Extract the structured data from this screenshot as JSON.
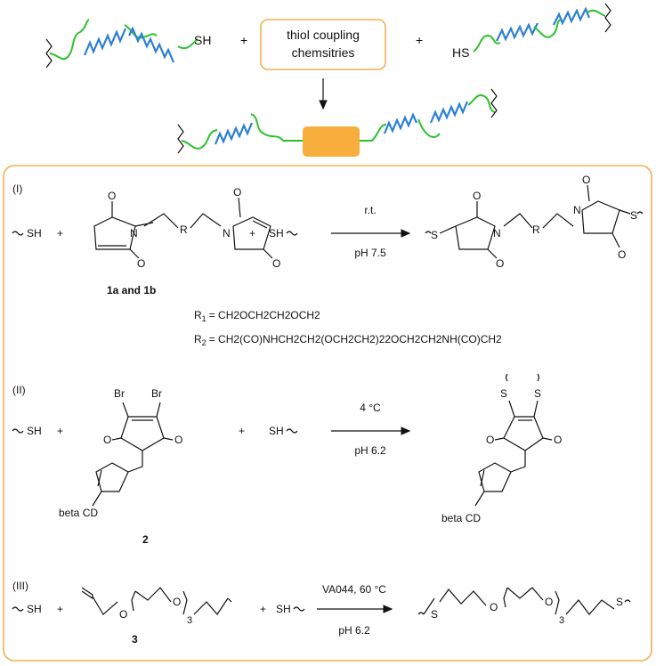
{
  "top": {
    "left_thiol_label": "SH",
    "right_thiol_label": "HS",
    "plus": "+",
    "coupling_box_line1": "thiol coupling",
    "coupling_box_line2": "chemsitries",
    "box_color": "#f8ae3c",
    "helix_color": "#2b7fd4",
    "linker_color": "#2cc22c"
  },
  "panel": {
    "border_color": "#f0b050",
    "section1": {
      "roman": "(I)",
      "reagent_sh": "SH",
      "plus": "+",
      "R": "R",
      "N": "N",
      "O": "O",
      "S": "S",
      "condition_top": "r.t.",
      "condition_bottom": "pH 7.5",
      "compound_label": "1a and 1b",
      "r1_lhs": "R",
      "r1_sub": "1",
      "r1_formula": "= CH2OCH2CH2OCH2",
      "r2_lhs": "R",
      "r2_sub": "2",
      "r2_formula": "= CH2(CO)NHCH2CH2(OCH2CH2)22OCH2CH2NH(CO)CH2"
    },
    "section2": {
      "roman": "(II)",
      "reagent_sh": "SH",
      "plus": "+",
      "Br": "Br",
      "condition_top": "4 °C",
      "condition_bottom": "pH 6.2",
      "substituent": "beta CD",
      "compound_label": "2"
    },
    "section3": {
      "roman": "(III)",
      "reagent_sh": "SH",
      "plus": "+",
      "O": "O",
      "S": "S",
      "repeat": "3",
      "condition_top": "VA044, 60 °C",
      "condition_bottom": "pH 6.2",
      "compound_label": "3"
    }
  }
}
